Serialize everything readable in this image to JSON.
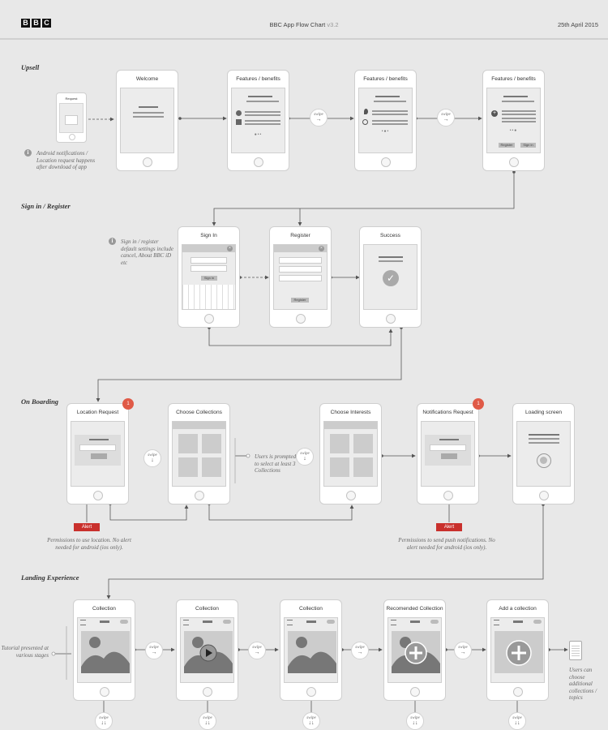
{
  "header": {
    "logo_letters": [
      "B",
      "B",
      "C"
    ],
    "title": "BBC App Flow Chart",
    "version": "v3.2",
    "date": "25th April 2015"
  },
  "sections": {
    "upsell": "Upsell",
    "signin": "Sign in / Register",
    "onboarding": "On Boarding",
    "landing": "Landing Experience"
  },
  "notes": {
    "android": "Android notifications / Location request happens after download of app",
    "signin": "Sign in / register default settings include cancel, About BBC iD etc",
    "collections": "Users is prompted to select at least 3 Collections",
    "location": "Permissions to use location. No alert needed for android (ios only).",
    "push": "Permissions to send push notifications. No alert needed for android (ios only).",
    "tutorial": "Tutorial presented at various stages",
    "users_can": "Users can choose additional collections / topics"
  },
  "screens": {
    "request": "Request",
    "welcome": "Welcome",
    "features1": "Features / benefits",
    "features2": "Features / benefits",
    "features3": "Features / benefits",
    "signin": "Sign In",
    "register": "Register",
    "success": "Success",
    "location": "Location Request",
    "choose_collections": "Choose Collections",
    "choose_interests": "Choose Interests",
    "notifications": "Notifications Request",
    "loading": "Loading screen",
    "collection1": "Collection",
    "collection2": "Collection",
    "collection3": "Collection",
    "recommended": "Recomended Collection",
    "add": "Add a collection"
  },
  "buttons": {
    "register": "Register",
    "signin": "Sign in",
    "signin_key": "Sign in",
    "register_form": "Register"
  },
  "alert_label": "Alert",
  "badge_value": "1",
  "swipe_label": "swipe",
  "arrow_right": "→",
  "arrow_down": "↓",
  "arrow_down_double": "↓↓",
  "icons": [
    "info-icon",
    "close-icon",
    "check-icon",
    "plus-icon",
    "play-icon",
    "cloud-icon",
    "menu-icon",
    "pin-icon",
    "clock-icon",
    "person-icon",
    "list-icon"
  ],
  "colors": {
    "background": "#e8e8e8",
    "alert": "#c9302c",
    "badge": "#e05a47",
    "connector": "#555555"
  }
}
